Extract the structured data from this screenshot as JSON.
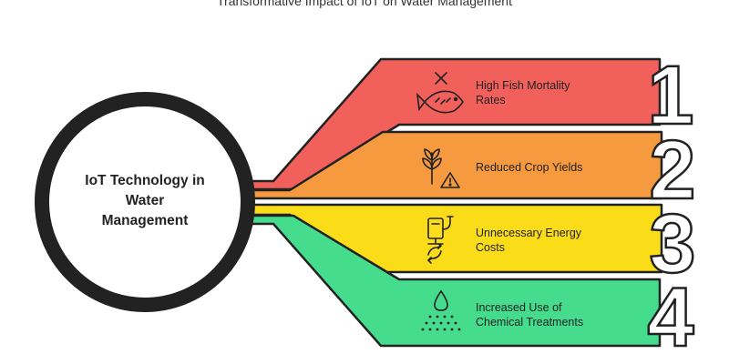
{
  "title": "Transformative Impact of IoT on Water Management",
  "hub": {
    "lines": [
      "IoT Technology in",
      "Water",
      "Management"
    ]
  },
  "items": [
    {
      "number": "1",
      "lines": [
        "High Fish Mortality",
        "Rates"
      ],
      "icon": "dead-fish-icon",
      "color": "#f2605c"
    },
    {
      "number": "2",
      "lines": [
        "Reduced Crop Yields"
      ],
      "icon": "wilted-crop-warning-icon",
      "color": "#f59a3e"
    },
    {
      "number": "3",
      "lines": [
        "Unnecessary Energy",
        "Costs"
      ],
      "icon": "energy-cycle-icon",
      "color": "#fbdc19"
    },
    {
      "number": "4",
      "lines": [
        "Increased Use of",
        "Chemical Treatments"
      ],
      "icon": "chemical-drops-icon",
      "color": "#46dc8e"
    }
  ]
}
